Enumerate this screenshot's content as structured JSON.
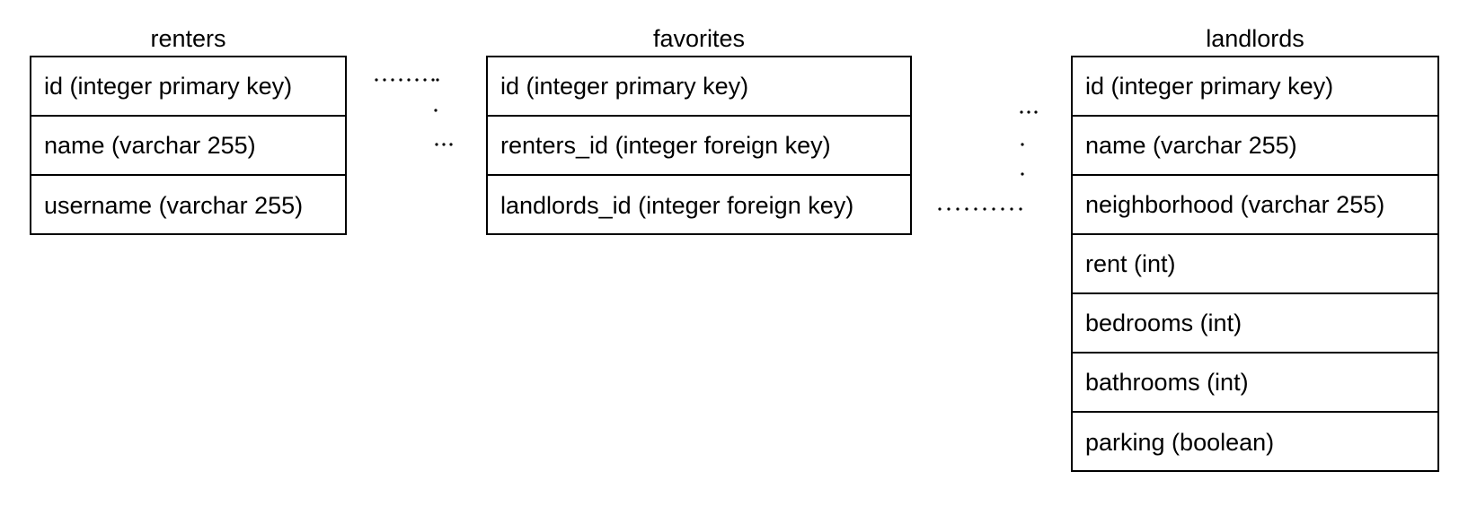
{
  "tables": {
    "renters": {
      "title": "renters",
      "rows": [
        "id (integer primary key)",
        "name (varchar 255)",
        "username (varchar 255)"
      ]
    },
    "favorites": {
      "title": "favorites",
      "rows": [
        "id (integer primary key)",
        "renters_id (integer foreign key)",
        "landlords_id (integer foreign key)"
      ]
    },
    "landlords": {
      "title": "landlords",
      "rows": [
        "id (integer primary key)",
        "name (varchar 255)",
        "neighborhood (varchar 255)",
        "rent (int)",
        "bedrooms (int)",
        "bathrooms (int)",
        "parking (boolean)"
      ]
    }
  }
}
